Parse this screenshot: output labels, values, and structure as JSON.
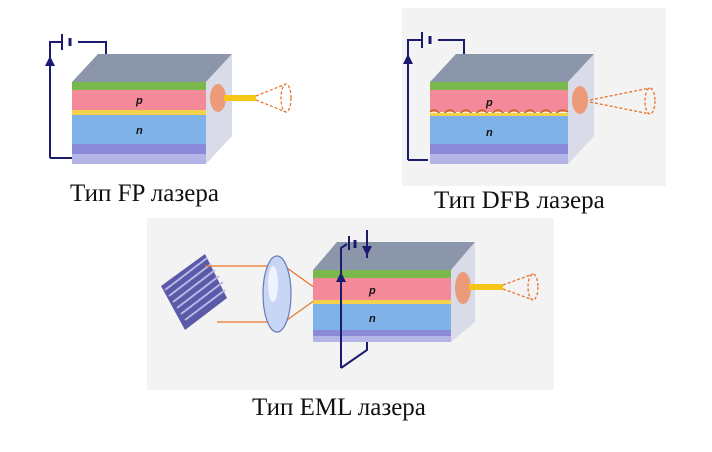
{
  "diagrams": [
    {
      "caption": "Тип FP лазера",
      "layers": {
        "p": "p",
        "n": "n"
      }
    },
    {
      "caption": "Тип DFB лазера",
      "layers": {
        "p": "p",
        "n": "n"
      }
    },
    {
      "caption": "Тип EML лазера",
      "layers": {
        "p": "p",
        "n": "n"
      }
    }
  ],
  "colors": {
    "top_face": "#8a94a8",
    "green_layer": "#79b84a",
    "p_layer": "#f48a99",
    "active_layer": "#f3d14a",
    "n_layer": "#7fb2e8",
    "bottom_layer": "#8a8ad8",
    "wire": "#1a1a6e",
    "beam": "#f5c518",
    "beam_cone": "#e8742a",
    "panel_bg": "#f3f3f3"
  }
}
